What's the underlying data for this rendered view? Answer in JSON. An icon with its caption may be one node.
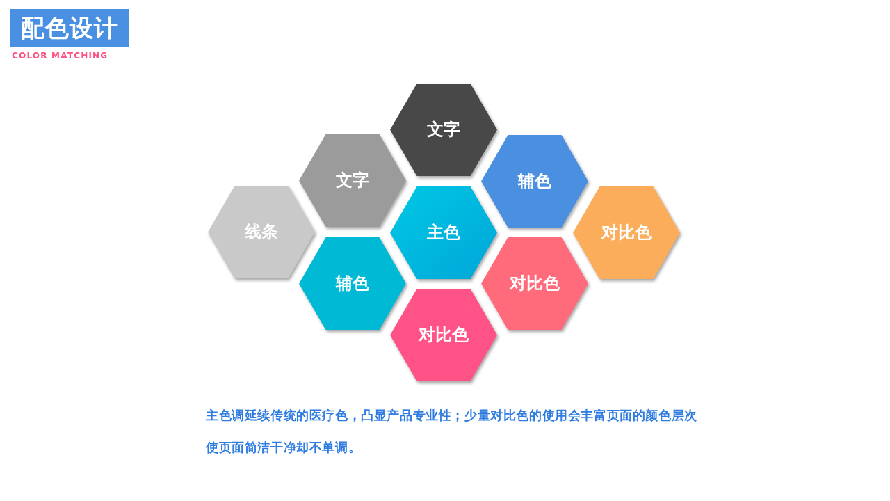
{
  "diagram": {
    "title": "配色设计",
    "caption": "主色调延续传统的医疗色，凸显产品专业性；少量对比色的使用会丰富页面的颜色层次使页面简洁干净却不单调。",
    "nodes": [
      {
        "text": [
          "线条"
        ]
      },
      {
        "text": [
          "文字"
        ]
      },
      {
        "text": [
          "辅色"
        ]
      },
      {
        "text": [
          "文字"
        ]
      },
      {
        "text": [
          "主色"
        ]
      },
      {
        "text": [
          "对比色"
        ]
      },
      {
        "text": [
          "辅色"
        ]
      },
      {
        "text": [
          "对比色"
        ]
      },
      {
        "text": [
          "对比色"
        ]
      }
    ],
    "edges": [],
    "labels": [
      "COLOR MATCHING"
    ]
  }
}
